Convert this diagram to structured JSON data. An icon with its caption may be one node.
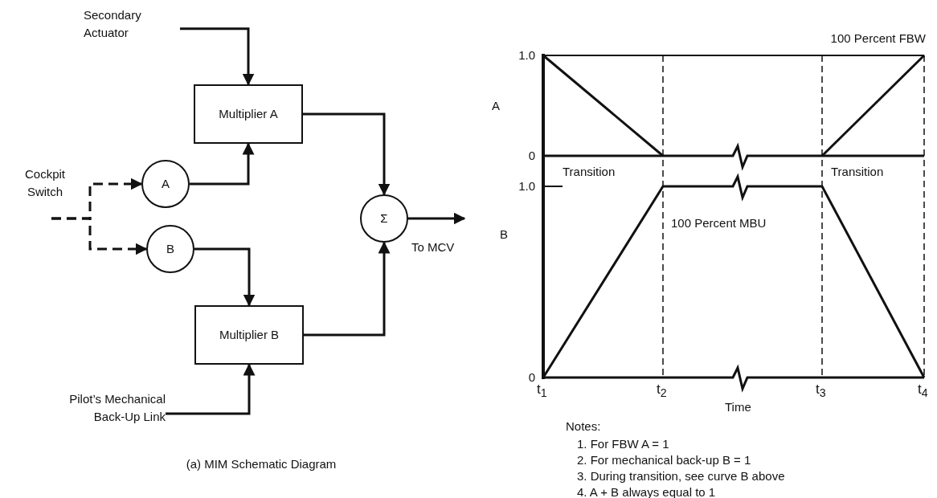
{
  "diagram": {
    "caption": "(a) MIM Schematic Diagram",
    "nodes": [
      {
        "text": [
          "Secondary Actuator"
        ]
      },
      {
        "text": [
          "Multiplier A"
        ]
      },
      {
        "text": [
          "Cockpit Switch"
        ]
      },
      {
        "text": [
          "A"
        ]
      },
      {
        "text": [
          "Σ"
        ]
      },
      {
        "text": [
          "B"
        ]
      },
      {
        "text": [
          "Multiplier B"
        ]
      },
      {
        "text": [
          "Pilot’s Mechanical Back-Up Link"
        ]
      }
    ],
    "edges": [
      {
        "from": 0,
        "to": 1,
        "arrow": "to"
      },
      {
        "from": 2,
        "to": 3,
        "arrow": "to",
        "style": "dashed"
      },
      {
        "from": 2,
        "to": 5,
        "arrow": "to",
        "style": "dashed"
      },
      {
        "from": 3,
        "to": 1,
        "arrow": "to"
      },
      {
        "from": 1,
        "to": 4,
        "arrow": "to"
      },
      {
        "from": 5,
        "to": 6,
        "arrow": "to"
      },
      {
        "from": 6,
        "to": 4,
        "arrow": "to"
      },
      {
        "from": 7,
        "to": 6,
        "arrow": "to"
      },
      {
        "from": 4,
        "to": null,
        "arrow": "to",
        "label": "To MCV"
      }
    ],
    "labels": [
      "100 Percent FBW",
      "1.0",
      "A",
      "0",
      "Transition",
      "Transition",
      "1.0",
      "100 Percent MBU",
      "B",
      "0",
      "t$_{1}$",
      "t$_{2}$",
      "t$_{3}$",
      "t$_{4}$",
      "Time",
      "Notes:",
      "1. For FBW A = 1",
      "2. For mechanical back-up B = 1",
      "3. During transition, see curve B above",
      "4. A + B always equal to 1"
    ]
  }
}
